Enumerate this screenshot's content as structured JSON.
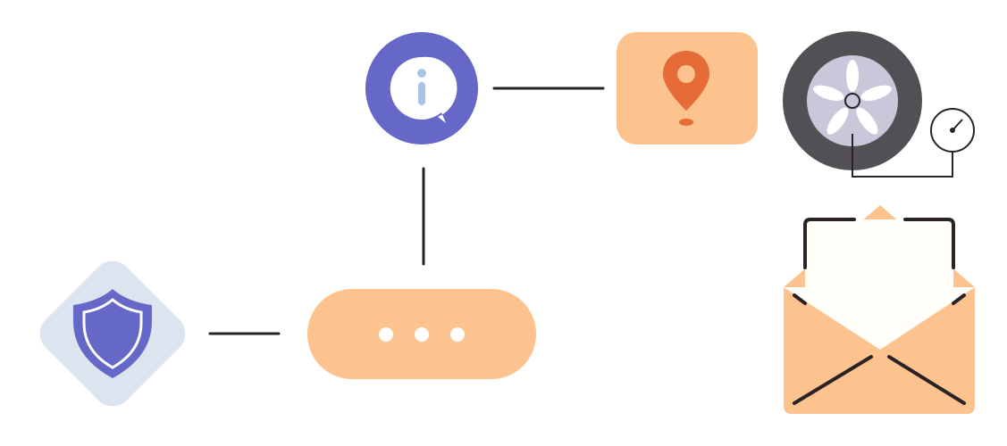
{
  "nodes": [
    {
      "id": "info",
      "icon": "info-bubble-icon"
    },
    {
      "id": "location",
      "icon": "map-pin-icon"
    },
    {
      "id": "tire",
      "icon": "tire-pressure-gauge-icon"
    },
    {
      "id": "mail",
      "icon": "open-envelope-icon"
    },
    {
      "id": "security",
      "icon": "shield-icon"
    },
    {
      "id": "chat",
      "icon": "typing-dots-icon"
    }
  ],
  "connectors": [
    {
      "from": "info",
      "to": "location"
    },
    {
      "from": "info",
      "to": "chat"
    },
    {
      "from": "security",
      "to": "chat"
    }
  ],
  "colors": {
    "purple": "#6668C7",
    "peach": "#FDC38E",
    "orange_pin": "#E76B37",
    "shield_bg": "#DCE4EF",
    "tire_dark": "#535055",
    "rim": "#C9C8DB",
    "line": "#2A2326",
    "letter_paper": "#FFFEF8",
    "info_letter": "#A9C4E3"
  }
}
